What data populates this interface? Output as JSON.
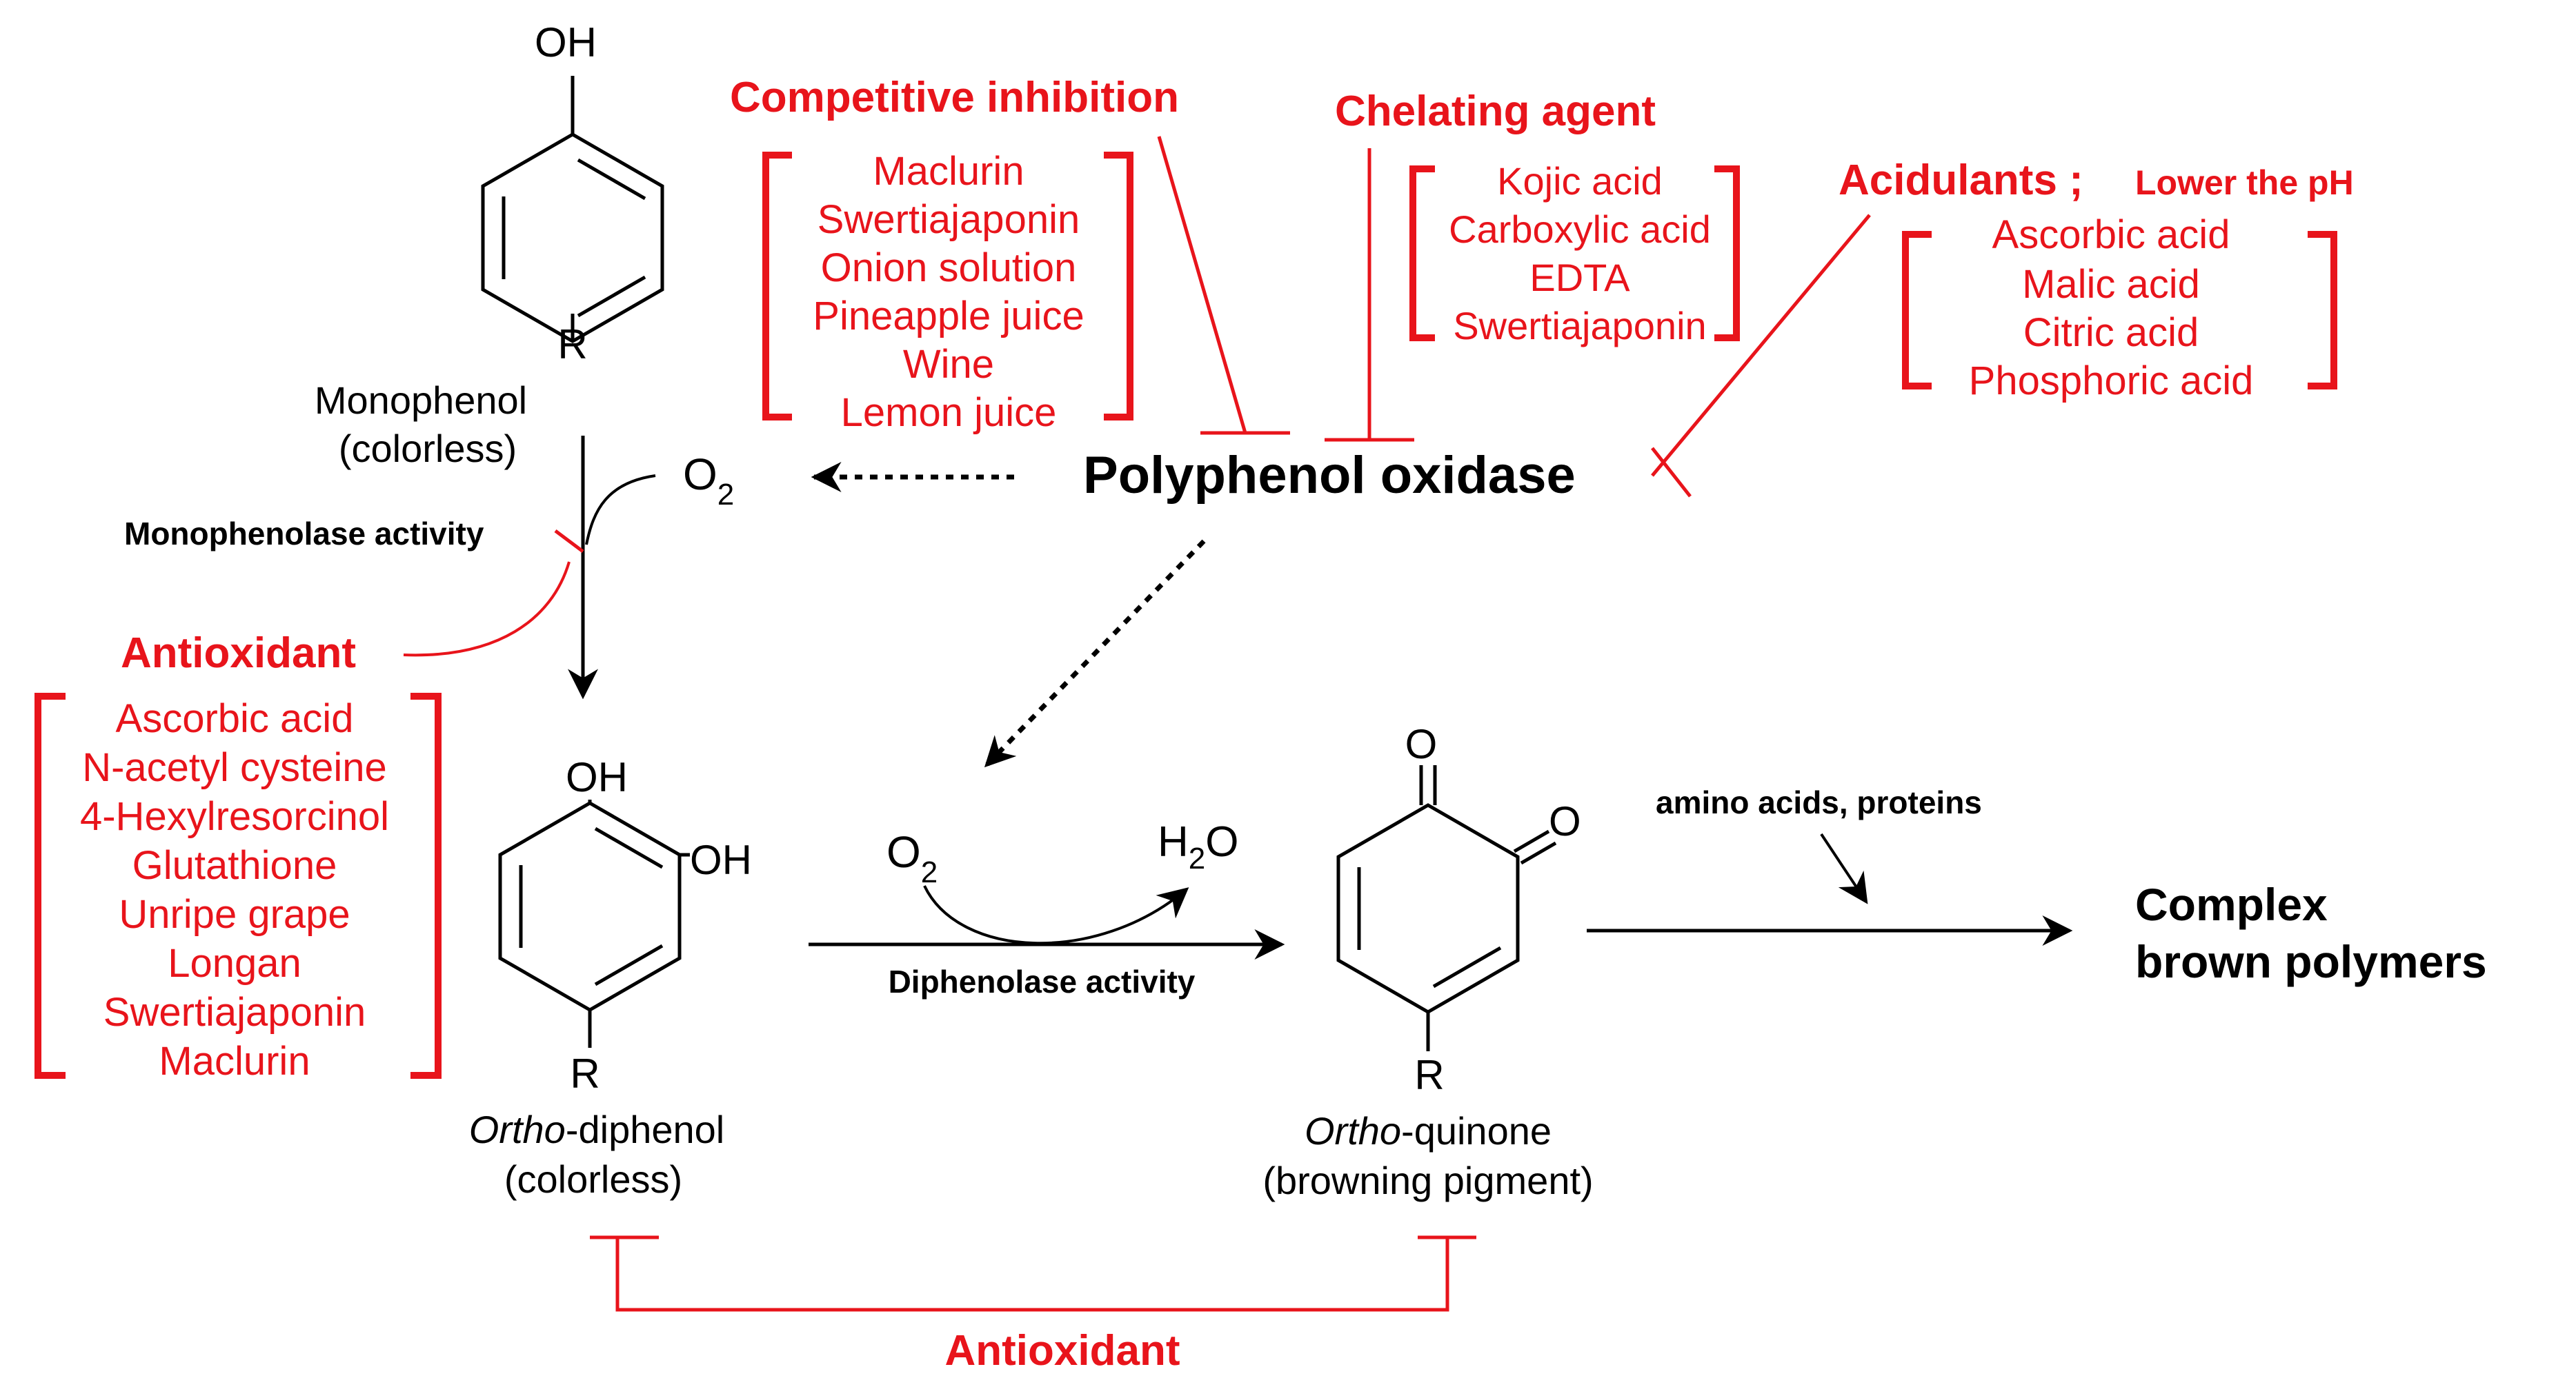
{
  "colors": {
    "inhibitor_red": "#e8141b",
    "text_black": "#000000"
  },
  "structures": {
    "monophenol": {
      "oh": "OH",
      "r": "R",
      "name": "Monophenol",
      "desc": "(colorless)"
    },
    "diphenol": {
      "oh1": "OH",
      "oh2": "OH",
      "r": "R",
      "name_italic": "Ortho",
      "name_rest": "-diphenol",
      "desc": "(colorless)"
    },
    "quinone": {
      "o1": "O",
      "o2": "O",
      "r": "R",
      "name_italic": "Ortho",
      "name_rest": "-quinone",
      "desc": "(browning pigment)"
    }
  },
  "enzyme": {
    "name": "Polyphenol oxidase"
  },
  "reagents": {
    "o2_top": {
      "base": "O",
      "sub": "2"
    },
    "o2_mid": {
      "base": "O",
      "sub": "2"
    },
    "h2o": {
      "pre": "H",
      "sub": "2",
      "post": "O"
    }
  },
  "activities": {
    "mono": "Monophenolase activity",
    "di": "Diphenolase activity"
  },
  "product": {
    "line1": "Complex",
    "line2": "brown polymers",
    "note": "amino acids, proteins"
  },
  "groups": {
    "competitive": {
      "title": "Competitive inhibition",
      "items": [
        "Maclurin",
        "Swertiajaponin",
        "Onion solution",
        "Pineapple juice",
        "Wine",
        "Lemon juice"
      ]
    },
    "chelating": {
      "title": "Chelating agent",
      "items": [
        "Kojic acid",
        "Carboxylic acid",
        "EDTA",
        "Swertiajaponin"
      ]
    },
    "acidulants": {
      "title": "Acidulants ;",
      "subtitle": "Lower the pH",
      "items": [
        "Ascorbic acid",
        "Malic acid",
        "Citric acid",
        "Phosphoric acid"
      ]
    },
    "antioxidant_left": {
      "title": "Antioxidant",
      "items": [
        "Ascorbic acid",
        "N-acetyl cysteine",
        "4-Hexylresorcinol",
        "Glutathione",
        "Unripe grape",
        "Longan",
        "Swertiajaponin",
        "Maclurin"
      ]
    },
    "antioxidant_bottom": {
      "title": "Antioxidant"
    }
  }
}
